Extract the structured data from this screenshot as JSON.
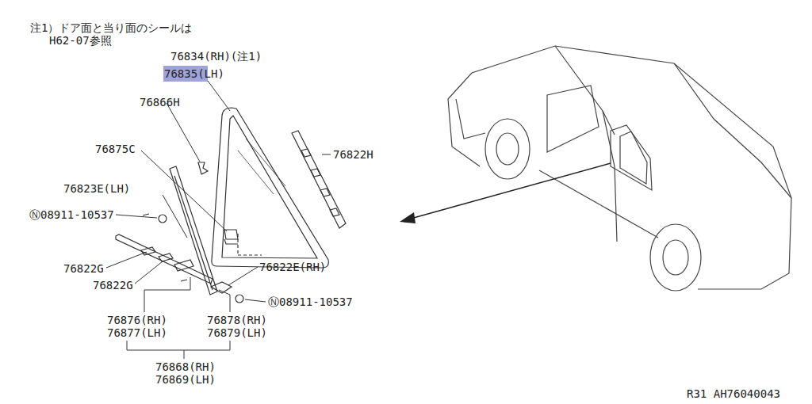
{
  "diagram": {
    "labels": [
      "注1）ドア面と当り面のシールは",
      "H62-07参照",
      "76834(RH)(注1)",
      "76835(LH)",
      "76866H",
      "76875C",
      "76822H",
      "76823E(LH)",
      "Ⓝ08911-10537",
      "76822G",
      "76822G",
      "76822E(RH)",
      "Ⓝ08911-10537",
      "76876(RH)",
      "76877(LH)",
      "76878(RH)",
      "76879(LH)",
      "76868(RH)",
      "76869(LH)",
      "R31  AH76040043"
    ]
  }
}
